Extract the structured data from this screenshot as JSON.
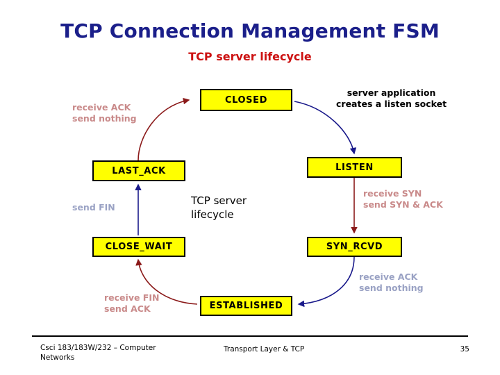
{
  "slide": {
    "title": "TCP Connection Management FSM",
    "subtitle": "TCP server lifecycle",
    "title_color": "#1b1f8a",
    "subtitle_color": "#cc1111"
  },
  "diagram": {
    "center_label_line1": "TCP server",
    "center_label_line2": "lifecycle",
    "state_box_fill": "#ffff00",
    "state_box_border": "#000000",
    "red_edge_color": "#8b1a1a",
    "blue_edge_color": "#1a1a8b",
    "states": [
      {
        "id": "closed",
        "label": "CLOSED"
      },
      {
        "id": "listen",
        "label": "LISTEN"
      },
      {
        "id": "syn_rcvd",
        "label": "SYN_RCVD"
      },
      {
        "id": "established",
        "label": "ESTABLISHED"
      },
      {
        "id": "close_wait",
        "label": "CLOSE_WAIT"
      },
      {
        "id": "last_ack",
        "label": "LAST_ACK"
      }
    ],
    "transitions": [
      {
        "id": "listen-socket",
        "from": "CLOSED",
        "to": "LISTEN",
        "color": "blue",
        "line1": "server application",
        "line2": "creates a listen socket"
      },
      {
        "id": "recv-syn",
        "from": "LISTEN",
        "to": "SYN_RCVD",
        "color": "red",
        "line1": "receive SYN",
        "line2": "send SYN & ACK"
      },
      {
        "id": "recv-ack-established",
        "from": "SYN_RCVD",
        "to": "ESTABLISHED",
        "color": "blue",
        "line1": "receive ACK",
        "line2": "send nothing"
      },
      {
        "id": "recv-fin",
        "from": "ESTABLISHED",
        "to": "CLOSE_WAIT",
        "color": "red",
        "line1": "receive FIN",
        "line2": "send ACK"
      },
      {
        "id": "send-fin",
        "from": "CLOSE_WAIT",
        "to": "LAST_ACK",
        "color": "blue",
        "line1": "send FIN",
        "line2": ""
      },
      {
        "id": "recv-ack-closed",
        "from": "LAST_ACK",
        "to": "CLOSED",
        "color": "red",
        "line1": "receive ACK",
        "line2": "send nothing"
      }
    ]
  },
  "footer": {
    "left_line1": "Csci 183/183W/232 – Computer",
    "left_line2": "Networks",
    "center": "Transport Layer &  TCP",
    "page": "35"
  }
}
